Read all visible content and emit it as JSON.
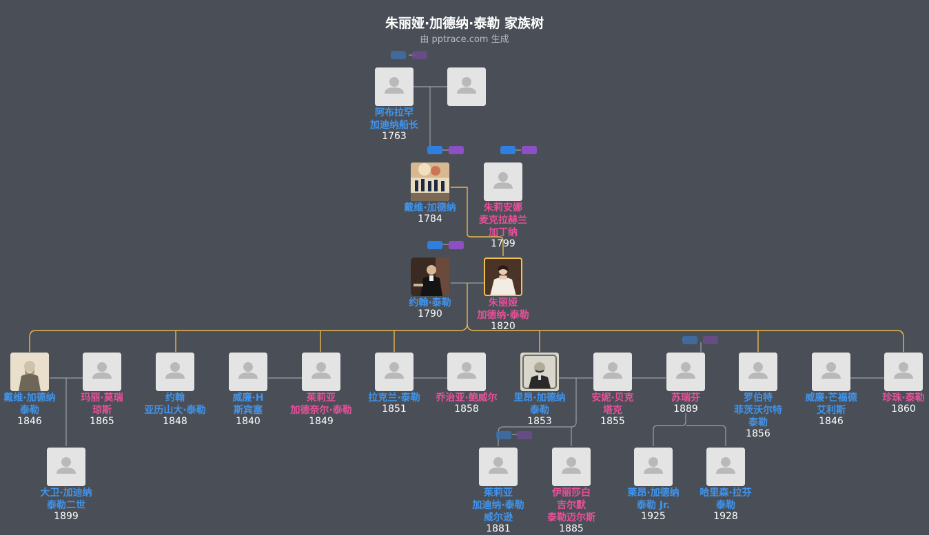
{
  "title": "朱丽娅·加德纳·泰勒 家族树",
  "subtitle": "由 pptrace.com 生成",
  "colors": {
    "male": "#3f95ee",
    "female": "#e9509a",
    "highlight": "#f2c04d",
    "line_gray": "#9aa0a8",
    "line_gold": "#e8b84a",
    "background": "#4a4f57"
  },
  "people": [
    {
      "id": "p1",
      "gender": "m",
      "lines": [
        "阿布拉罕",
        "加迪纳船长"
      ],
      "year": "1763",
      "photo": "placeholder-avatar-icon"
    },
    {
      "id": "p2",
      "gender": "f",
      "lines": [],
      "year": "",
      "photo": "placeholder-avatar-icon"
    },
    {
      "id": "p3",
      "gender": "m",
      "lines": [
        "戴维·加德纳"
      ],
      "year": "1784",
      "photo": "portrait-explosion-scene"
    },
    {
      "id": "p4",
      "gender": "f",
      "lines": [
        "朱莉安娜",
        "麦克拉赫兰",
        "加丁纳"
      ],
      "year": "1799",
      "photo": "placeholder-avatar-icon"
    },
    {
      "id": "p5",
      "gender": "m",
      "lines": [
        "约翰·泰勒"
      ],
      "year": "1790",
      "photo": "portrait-john-tyler"
    },
    {
      "id": "p6",
      "gender": "f",
      "lines": [
        "朱丽娅",
        "加德纳·泰勒"
      ],
      "year": "1820",
      "photo": "portrait-julia-tyler"
    },
    {
      "id": "c1",
      "gender": "m",
      "lines": [
        "戴维·加德纳",
        "泰勒"
      ],
      "year": "1846",
      "photo": "portrait-engraving-old-man"
    },
    {
      "id": "c1s",
      "gender": "f",
      "lines": [
        "玛丽·莫瑞",
        "琼斯"
      ],
      "year": "1865",
      "photo": "placeholder-avatar-icon"
    },
    {
      "id": "c2",
      "gender": "m",
      "lines": [
        "约翰",
        "亚历山大·泰勒"
      ],
      "year": "1848",
      "photo": "placeholder-avatar-icon"
    },
    {
      "id": "c3s",
      "gender": "m",
      "lines": [
        "威廉·H",
        "斯宾塞"
      ],
      "year": "1840",
      "photo": "placeholder-avatar-icon"
    },
    {
      "id": "c3",
      "gender": "f",
      "lines": [
        "茱莉亚",
        "加德奈尔·泰勒"
      ],
      "year": "1849",
      "photo": "placeholder-avatar-icon"
    },
    {
      "id": "c4",
      "gender": "m",
      "lines": [
        "拉克兰·泰勒"
      ],
      "year": "1851",
      "photo": "placeholder-avatar-icon"
    },
    {
      "id": "c4s",
      "gender": "f",
      "lines": [
        "乔治亚·鲍威尔"
      ],
      "year": "1858",
      "photo": "placeholder-avatar-icon"
    },
    {
      "id": "c5",
      "gender": "m",
      "lines": [
        "里昂·加德纳",
        "泰勒"
      ],
      "year": "1853",
      "photo": "portrait-lyon-tyler"
    },
    {
      "id": "c5s",
      "gender": "f",
      "lines": [
        "安妮·贝克",
        "塔克"
      ],
      "year": "1855",
      "photo": "placeholder-avatar-icon"
    },
    {
      "id": "c5s2",
      "gender": "f",
      "lines": [
        "苏瑞芬"
      ],
      "year": "1889",
      "photo": "placeholder-avatar-icon"
    },
    {
      "id": "c6",
      "gender": "m",
      "lines": [
        "罗伯特",
        "菲茨沃尔特",
        "泰勒"
      ],
      "year": "1856",
      "photo": "placeholder-avatar-icon"
    },
    {
      "id": "c7s",
      "gender": "m",
      "lines": [
        "威廉·芒福德",
        "艾利斯"
      ],
      "year": "1846",
      "photo": "placeholder-avatar-icon"
    },
    {
      "id": "c7",
      "gender": "f",
      "lines": [
        "珍珠·泰勒"
      ],
      "year": "1860",
      "photo": "placeholder-avatar-icon"
    },
    {
      "id": "g1",
      "gender": "m",
      "lines": [
        "大卫·加迪纳",
        "泰勒二世"
      ],
      "year": "1899",
      "photo": "placeholder-avatar-icon"
    },
    {
      "id": "g2",
      "gender": "m",
      "lines": [
        "茱莉亚",
        "加迪纳·泰勒",
        "威尔逊"
      ],
      "year": "1881",
      "photo": "placeholder-avatar-icon"
    },
    {
      "id": "g3",
      "gender": "f",
      "lines": [
        "伊丽莎白",
        "吉尔默",
        "泰勒迈尔斯"
      ],
      "year": "1885",
      "photo": "placeholder-avatar-icon"
    },
    {
      "id": "g4",
      "gender": "m",
      "lines": [
        "莱昂·加德纳",
        "泰勒 Jr."
      ],
      "year": "1925",
      "photo": "placeholder-avatar-icon"
    },
    {
      "id": "g5",
      "gender": "m",
      "lines": [
        "哈里森·拉芬",
        "泰勒"
      ],
      "year": "1928",
      "photo": "placeholder-avatar-icon"
    }
  ]
}
